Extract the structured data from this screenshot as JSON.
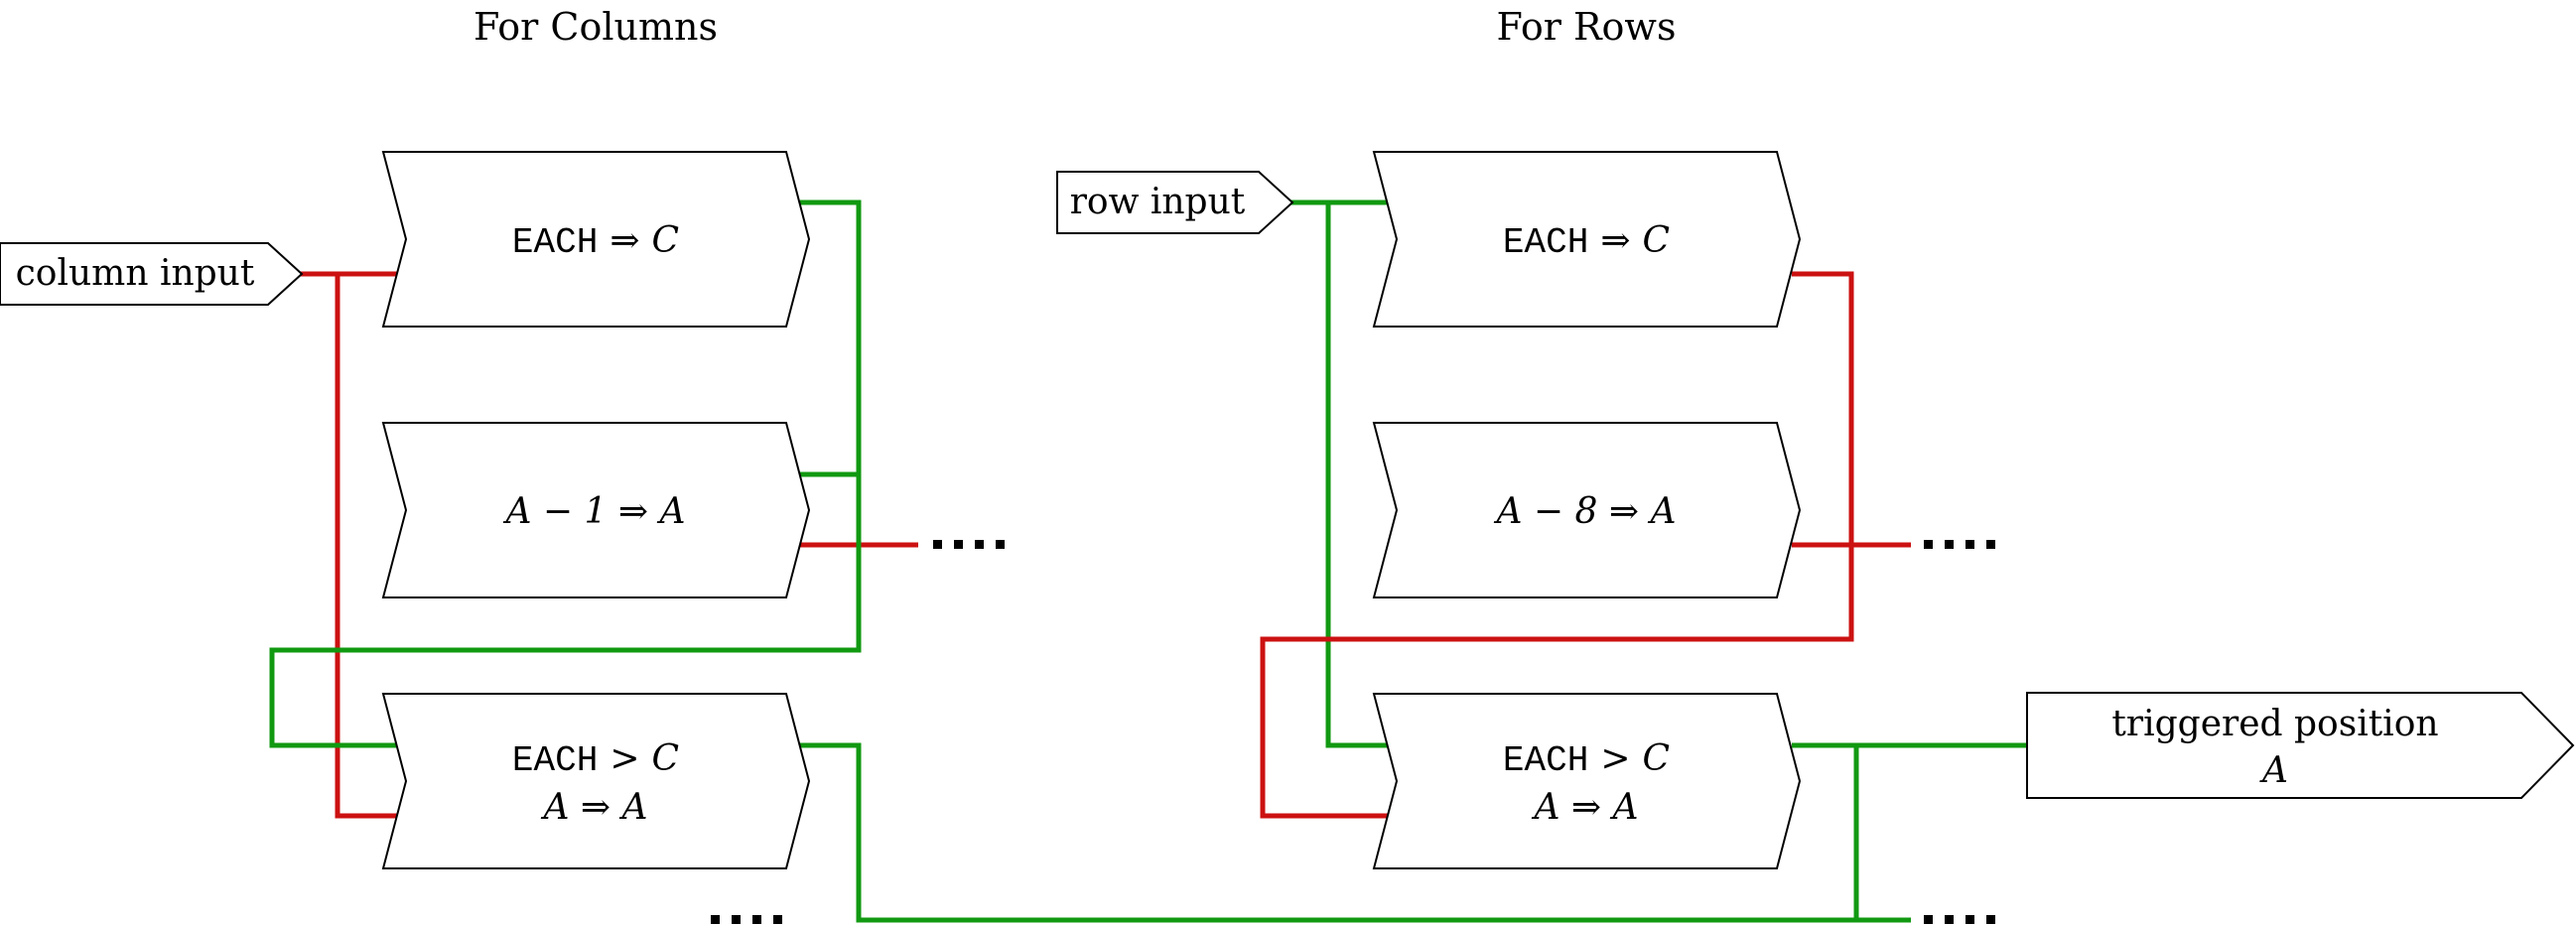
{
  "titles": {
    "left": "For Columns",
    "right": "For Rows"
  },
  "inputs": {
    "column": "column input",
    "row": "row input"
  },
  "output": {
    "line1": "triggered position",
    "line2": "A"
  },
  "columns": {
    "block1": {
      "kw": "EACH",
      "op": "⇒",
      "var": "C"
    },
    "block2": {
      "text": "A − 1 ⇒ A"
    },
    "block3": {
      "kw": "EACH",
      "op": ">",
      "var": "C",
      "line2": "A ⇒ A"
    }
  },
  "rows": {
    "block1": {
      "kw": "EACH",
      "op": "⇒",
      "var": "C"
    },
    "block2": {
      "text": "A − 8 ⇒ A"
    },
    "block3": {
      "kw": "EACH",
      "op": ">",
      "var": "C",
      "line2": "A ⇒ A"
    }
  },
  "colors": {
    "red": "#cc1111",
    "green": "#119911"
  }
}
